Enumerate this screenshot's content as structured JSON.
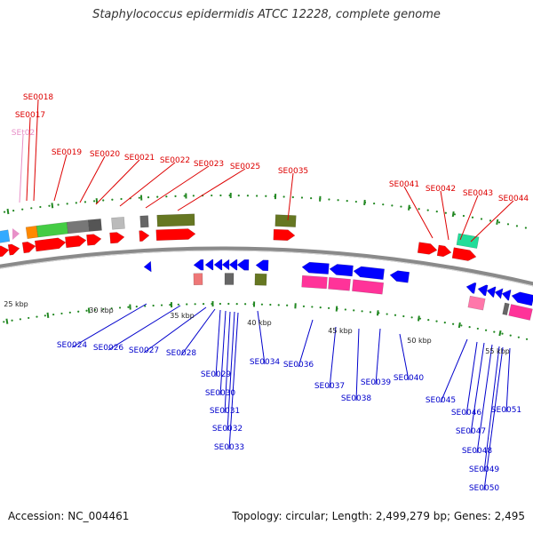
{
  "title": "Staphylococcus epidermidis ATCC 12228, complete genome",
  "footer": {
    "accession": "Accession: NC_004461",
    "summary": "Topology: circular; Length: 2,499,279 bp; Genes: 2,495"
  },
  "colors": {
    "forward_label": "#dd0000",
    "reverse_label": "#0000cc",
    "rna_label": "#e890c8",
    "forward_gene": "#ff0000",
    "reverse_gene": "#0000ff",
    "backbone": "#8a8a8a",
    "tick": "#228822"
  },
  "scale_labels": [
    "25 kbp",
    "30 kbp",
    "35 kbp",
    "40 kbp",
    "45 kbp",
    "50 kbp",
    "55 kbp"
  ],
  "forward_labels": [
    "SE0018",
    "SE0017",
    "SEt02",
    "SE0019",
    "SE0020",
    "SE0021",
    "SE0022",
    "SE0023",
    "SE0025",
    "SE0035",
    "SE0041",
    "SE0042",
    "SE0043",
    "SE0044"
  ],
  "reverse_labels": [
    "SE0024",
    "SE0026",
    "SE0027",
    "SE0028",
    "SE0029",
    "SE0030",
    "SE0031",
    "SE0032",
    "SE0033",
    "SE0034",
    "SE0036",
    "SE0037",
    "SE0038",
    "SE0039",
    "SE0040",
    "SE0045",
    "SE0046",
    "SE0047",
    "SE0048",
    "SE0049",
    "SE0050",
    "SE0051"
  ]
}
